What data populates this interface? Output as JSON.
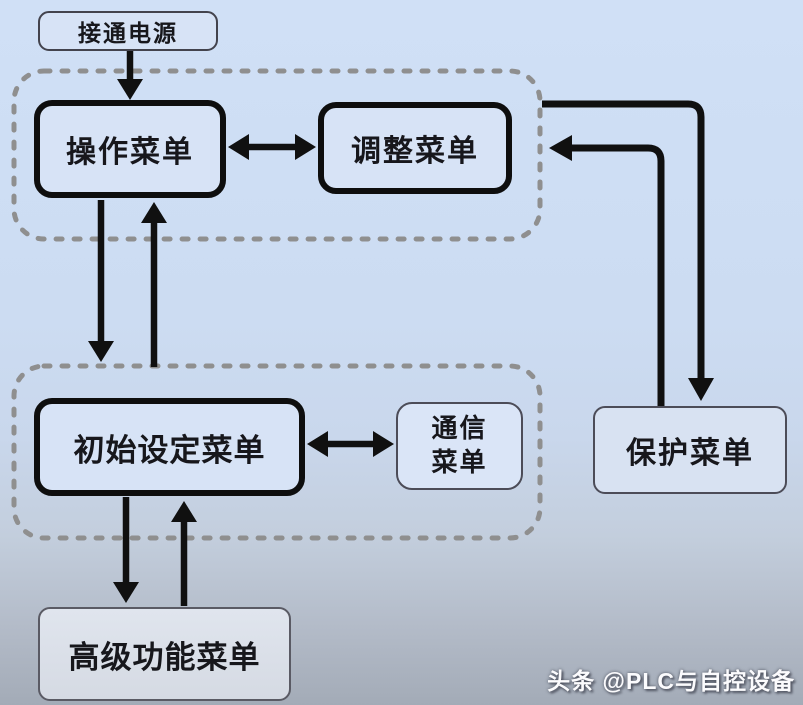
{
  "page": {
    "background_top_color": "#cfdff5",
    "background_bottom_color": "#a3abb7"
  },
  "diagram": {
    "nodes": {
      "power_on": {
        "label": "接通电源"
      },
      "operation_menu": {
        "label": "操作菜单"
      },
      "adjustment_menu": {
        "label": "调整菜单"
      },
      "initial_setting_menu": {
        "label": "初始设定菜单"
      },
      "communication_menu": {
        "label": "通信菜单",
        "line1": "通信",
        "line2": "菜单"
      },
      "protection_menu": {
        "label": "保护菜单"
      },
      "advanced_function_menu": {
        "label": "高级功能菜单"
      }
    },
    "groups": {
      "top_dashed_group_contains": [
        "操作菜单",
        "调整菜单"
      ],
      "bottom_dashed_group_contains": [
        "初始设定菜单",
        "通信菜单"
      ]
    },
    "edges": [
      {
        "from": "power_on",
        "to": "operation_menu",
        "type": "arrow"
      },
      {
        "from": "operation_menu",
        "to": "adjustment_menu",
        "type": "double-arrow"
      },
      {
        "from": "operation_menu",
        "to": "bottom_group",
        "type": "arrow"
      },
      {
        "from": "bottom_group",
        "to": "operation_menu",
        "type": "arrow"
      },
      {
        "from": "initial_setting_menu",
        "to": "communication_menu",
        "type": "double-arrow"
      },
      {
        "from": "initial_setting_menu",
        "to": "advanced_function_menu",
        "type": "arrow"
      },
      {
        "from": "advanced_function_menu",
        "to": "initial_setting_menu",
        "type": "arrow"
      },
      {
        "from": "top_group",
        "to": "protection_menu",
        "type": "arrow"
      },
      {
        "from": "protection_menu",
        "to": "top_group",
        "type": "arrow"
      }
    ],
    "colors": {
      "arrow": "#101010",
      "thick_border": "#0e0e0e",
      "thin_border": "#43434d",
      "dashed_outline": "#8f8f8f",
      "node_fill": "#d7e3f6",
      "text": "#17171c"
    }
  },
  "watermark": {
    "text": "头条 @PLC与自控设备"
  }
}
